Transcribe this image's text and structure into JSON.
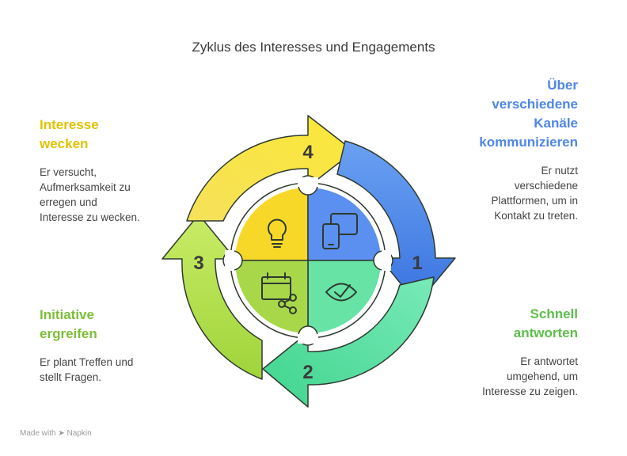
{
  "title": "Zyklus des Interesses und Engagements",
  "steps": [
    {
      "number": "1",
      "heading": "Über\nverschiedene\nKanäle\nkommunizieren",
      "description": "Er nutzt\nverschiedene\nPlattformen, um in\nKontakt zu treten.",
      "color": "#4f86e8",
      "icon": "devices-icon"
    },
    {
      "number": "2",
      "heading": "Schnell\nantworten",
      "description": "Er antwortet\numgehend, um\nInteresse zu zeigen.",
      "color": "#6cc04a",
      "icon": "eye-check-icon"
    },
    {
      "number": "3",
      "heading": "Initiative\nergreifen",
      "description": "Er plant Treffen und\nstellt Fragen.",
      "color": "#6cc04a",
      "icon": "calendar-share-icon"
    },
    {
      "number": "4",
      "heading": "Interesse\nwecken",
      "description": "Er versucht,\nAufmerksamkeit zu\nerregen und\nInteresse zu wecken.",
      "color": "#e0c200",
      "icon": "lightbulb-icon"
    }
  ],
  "footer": {
    "made_with": "Made with",
    "brand": "Napkin"
  }
}
